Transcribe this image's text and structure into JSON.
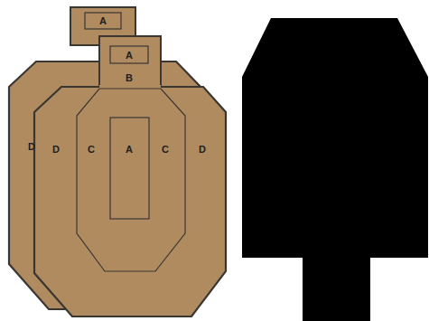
{
  "diagram": {
    "labels": [
      "A",
      "A",
      "B",
      "D",
      "D",
      "C",
      "A",
      "C",
      "D"
    ]
  }
}
